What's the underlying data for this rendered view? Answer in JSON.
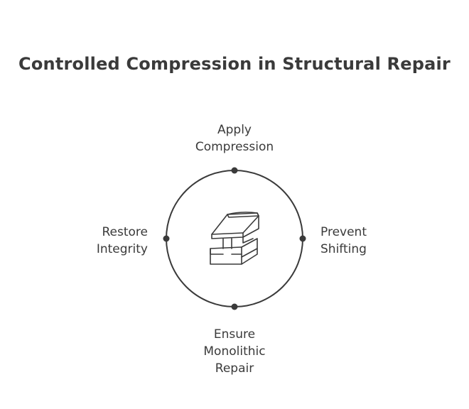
{
  "title": "Controlled Compression in Structural Repair",
  "center_icon": "i-beam-icon",
  "nodes": {
    "top": {
      "lines": [
        "Apply",
        "Compression"
      ]
    },
    "right": {
      "lines": [
        "Prevent",
        "Shifting"
      ]
    },
    "bottom": {
      "lines": [
        "Ensure",
        "Monolithic",
        "Repair"
      ]
    },
    "left": {
      "lines": [
        "Restore",
        "Integrity"
      ]
    }
  },
  "colors": {
    "stroke": "#3a3a3a",
    "text": "#3a3a3a",
    "background": "#ffffff"
  }
}
